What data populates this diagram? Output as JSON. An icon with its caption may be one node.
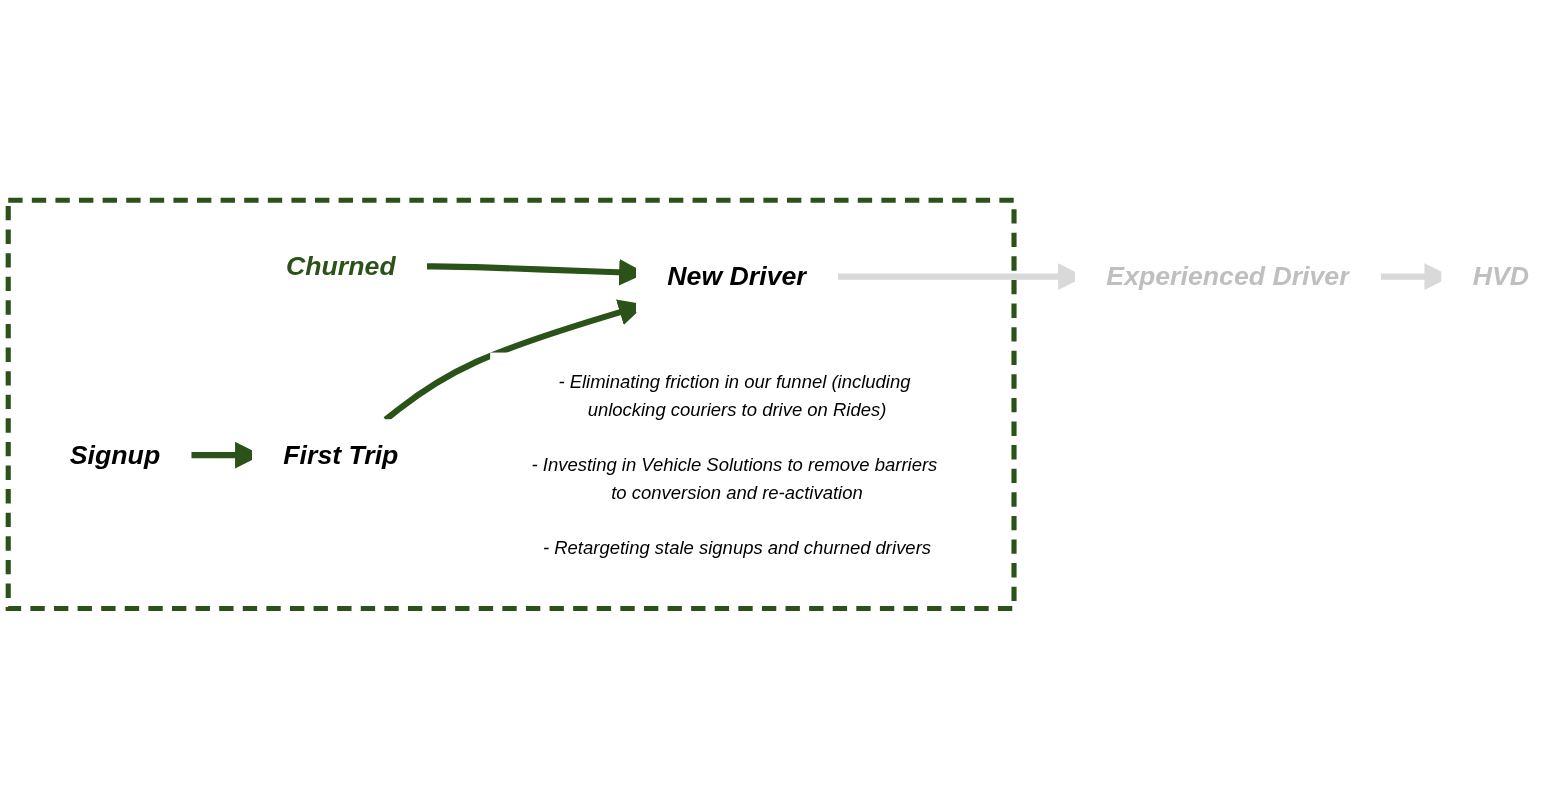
{
  "diagram": {
    "nodes": [
      {
        "text": [],
        "shape": "box"
      },
      {
        "text": [
          "Churned"
        ],
        "in": 0
      },
      {
        "text": [
          "Signup"
        ],
        "in": 0
      },
      {
        "text": [
          "First Trip"
        ],
        "in": 0
      },
      {
        "text": [
          "New Driver"
        ],
        "in": 0
      },
      {
        "text": [
          "Experienced Driver"
        ]
      },
      {
        "text": [
          "HVD"
        ]
      },
      {
        "text": [
          "- Eliminating friction in our funnel (including unlocking couriers to drive on Rides)",
          "- Investing in Vehicle Solutions to remove barriers to conversion and re-activation",
          "- Retargeting stale signups and churned drivers"
        ],
        "in": 0
      }
    ],
    "edges": [
      {
        "from": 2,
        "to": 3,
        "arrow": "to"
      },
      {
        "from": 3,
        "to": 4,
        "arrow": "to"
      },
      {
        "from": 1,
        "to": 4,
        "arrow": "to"
      },
      {
        "from": 4,
        "to": 5,
        "arrow": "to",
        "color": "#d9d9d9"
      },
      {
        "from": 5,
        "to": 6,
        "arrow": "to",
        "color": "#d9d9d9"
      }
    ]
  }
}
